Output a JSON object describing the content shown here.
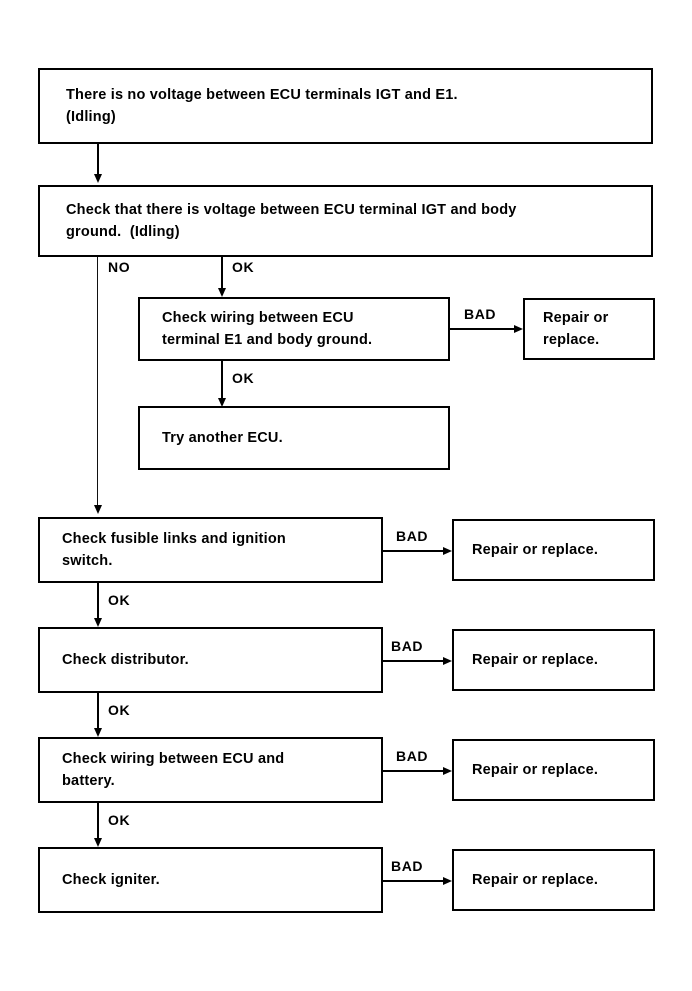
{
  "chart_data": {
    "type": "diagram",
    "title": "ECU ignition signal troubleshooting flowchart",
    "orientation": "top-to-bottom",
    "nodes": [
      {
        "id": "symptom",
        "text": "There is no voltage between ECU terminals IGT and E1.\n(Idling)"
      },
      {
        "id": "check-igt",
        "text": "Check that there is voltage between ECU terminal IGT and body\nground.  (Idling)"
      },
      {
        "id": "check-e1-wiring",
        "text": "Check wiring between ECU\nterminal E1 and body ground."
      },
      {
        "id": "try-ecu",
        "text": "Try another ECU."
      },
      {
        "id": "repair-1",
        "text": "Repair or\nreplace."
      },
      {
        "id": "check-fusible",
        "text": "Check fusible links and ignition\nswitch."
      },
      {
        "id": "repair-2",
        "text": "Repair or replace."
      },
      {
        "id": "check-dist",
        "text": "Check distributor."
      },
      {
        "id": "repair-3",
        "text": "Repair or replace."
      },
      {
        "id": "check-batt",
        "text": "Check wiring between ECU and\nbattery."
      },
      {
        "id": "repair-4",
        "text": "Repair or replace."
      },
      {
        "id": "check-igniter",
        "text": "Check igniter."
      },
      {
        "id": "repair-5",
        "text": "Repair or replace."
      }
    ],
    "edges": [
      {
        "from": "symptom",
        "to": "check-igt",
        "label": ""
      },
      {
        "from": "check-igt",
        "to": "check-fusible",
        "label": "NO"
      },
      {
        "from": "check-igt",
        "to": "check-e1-wiring",
        "label": "OK"
      },
      {
        "from": "check-e1-wiring",
        "to": "repair-1",
        "label": "BAD"
      },
      {
        "from": "check-e1-wiring",
        "to": "try-ecu",
        "label": "OK"
      },
      {
        "from": "check-fusible",
        "to": "repair-2",
        "label": "BAD"
      },
      {
        "from": "check-fusible",
        "to": "check-dist",
        "label": "OK"
      },
      {
        "from": "check-dist",
        "to": "repair-3",
        "label": "BAD"
      },
      {
        "from": "check-dist",
        "to": "check-batt",
        "label": "OK"
      },
      {
        "from": "check-batt",
        "to": "repair-4",
        "label": "BAD"
      },
      {
        "from": "check-batt",
        "to": "check-igniter",
        "label": "OK"
      },
      {
        "from": "check-igniter",
        "to": "repair-5",
        "label": "BAD"
      }
    ]
  },
  "colors": {
    "ink": "#000000",
    "paper": "#ffffff"
  },
  "boxes": {
    "symptom": {
      "line1": "There is no voltage between ECU terminals IGT and E1.",
      "line2": "(Idling)"
    },
    "check_igt": {
      "line1": "Check that there is voltage between ECU terminal IGT and body",
      "line2": "ground.  (Idling)"
    },
    "check_e1_wiring": {
      "line1": "Check wiring between ECU",
      "line2": "terminal E1 and body ground."
    },
    "try_ecu": {
      "line1": "Try another ECU."
    },
    "repair_1": {
      "line1": "Repair or",
      "line2": "replace."
    },
    "check_fusible": {
      "line1": "Check fusible links and ignition",
      "line2": "switch."
    },
    "repair_2": {
      "line1": "Repair or replace."
    },
    "check_distributor": {
      "line1": "Check distributor."
    },
    "repair_3": {
      "line1": "Repair or replace."
    },
    "check_battery_wiring": {
      "line1": "Check wiring between ECU and",
      "line2": "battery."
    },
    "repair_4": {
      "line1": "Repair or replace."
    },
    "check_igniter": {
      "line1": "Check igniter."
    },
    "repair_5": {
      "line1": "Repair or replace."
    }
  },
  "labels": {
    "no": "NO",
    "ok_branch": "OK",
    "ok_e1": "OK",
    "ok_fusible": "OK",
    "ok_distributor": "OK",
    "ok_battery": "OK",
    "bad_e1": "BAD",
    "bad_fusible": "BAD",
    "bad_distributor": "BAD",
    "bad_battery": "BAD",
    "bad_igniter": "BAD"
  }
}
